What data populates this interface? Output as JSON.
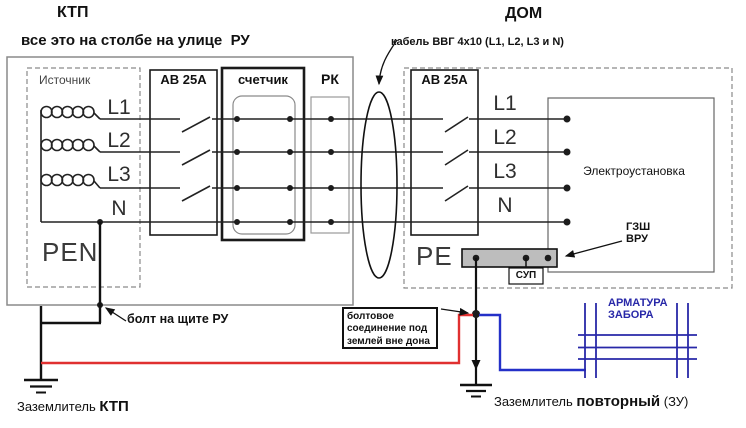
{
  "titles": {
    "ktp": "КТП",
    "dom": "ДОМ"
  },
  "notes": {
    "pole": "все это на столбе на улице  РУ",
    "cable": "кабель ВВГ 4х10 (L1, L2, L3 и N)",
    "bolt_panel": "болт на щите РУ",
    "bolt_box": [
      "болтовое",
      "соединение под",
      "землей вне дона"
    ],
    "gzsh": [
      "ГЗШ",
      "ВРУ"
    ],
    "armatura": [
      "АРМАТУРА",
      "ЗАБОРА"
    ]
  },
  "blocks": {
    "source": "Источник",
    "breaker_left": "АВ 25А",
    "meter": "счетчик",
    "rk": "РК",
    "breaker_right": "АВ 25А",
    "installation": "Электроустановка",
    "sup": "СУП"
  },
  "conductors": {
    "left_phases": [
      "L1",
      "L2",
      "L3"
    ],
    "left_neutral": "N",
    "pen": "PEN",
    "right_phases": [
      "L1",
      "L2",
      "L3"
    ],
    "right_neutral": "N",
    "pe": "PE"
  },
  "grounding": {
    "ktp": {
      "prefix": "Заземлитель ",
      "bold": "КТП"
    },
    "repeat": {
      "prefix": "Заземлитель ",
      "bold": "повторный",
      "suffix": " (ЗУ)"
    }
  },
  "colors": {
    "wire_red": "#e03030",
    "wire_blue": "#2430c8",
    "rebar_blue": "#2828a8",
    "bus_bar_fill": "#bdbdbd",
    "box_gray": "#8a8a8a"
  }
}
